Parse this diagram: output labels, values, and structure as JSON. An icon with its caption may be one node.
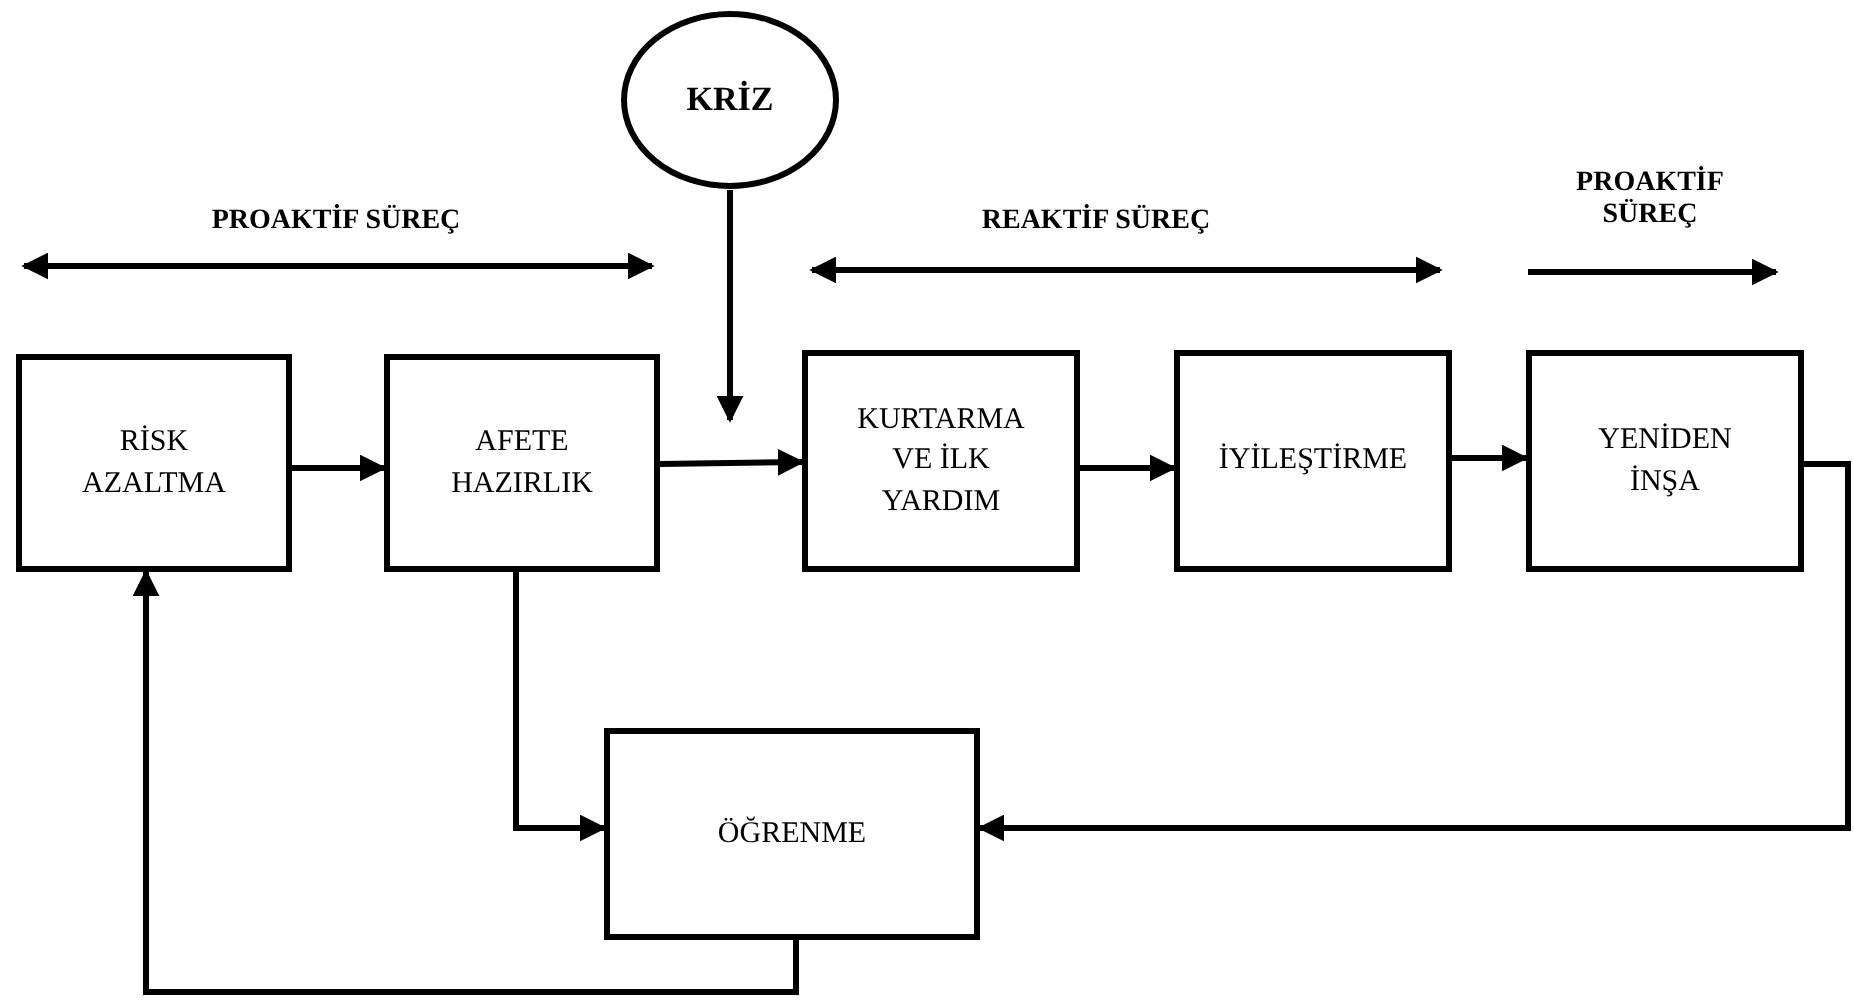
{
  "diagram": {
    "nodes": [
      {
        "text": [
          "KRİZ"
        ]
      },
      {
        "text": [
          "RİSK AZALTMA"
        ]
      },
      {
        "text": [
          "AFETE HAZIRLIK"
        ]
      },
      {
        "text": [
          "KURTARMA VE İLK YARDIM"
        ]
      },
      {
        "text": [
          "İYİLEŞTİRME"
        ]
      },
      {
        "text": [
          "YENİDEN İNŞA"
        ]
      },
      {
        "text": [
          "ÖĞRENME"
        ]
      }
    ],
    "edges": [
      {
        "from": 0,
        "to": null,
        "arrow": "to"
      },
      {
        "from": 1,
        "to": 2,
        "arrow": "to"
      },
      {
        "from": 2,
        "to": 3,
        "arrow": "to"
      },
      {
        "from": 3,
        "to": 4,
        "arrow": "to"
      },
      {
        "from": 4,
        "to": 5,
        "arrow": "to"
      },
      {
        "from": 5,
        "to": 6,
        "arrow": "to"
      },
      {
        "from": 2,
        "to": 6,
        "arrow": "to"
      },
      {
        "from": 6,
        "to": 1,
        "arrow": "to"
      }
    ],
    "labels": [
      "PROAKTİF SÜREÇ",
      "REAKTİF SÜREÇ",
      "PROAKTİF SÜREÇ"
    ]
  }
}
